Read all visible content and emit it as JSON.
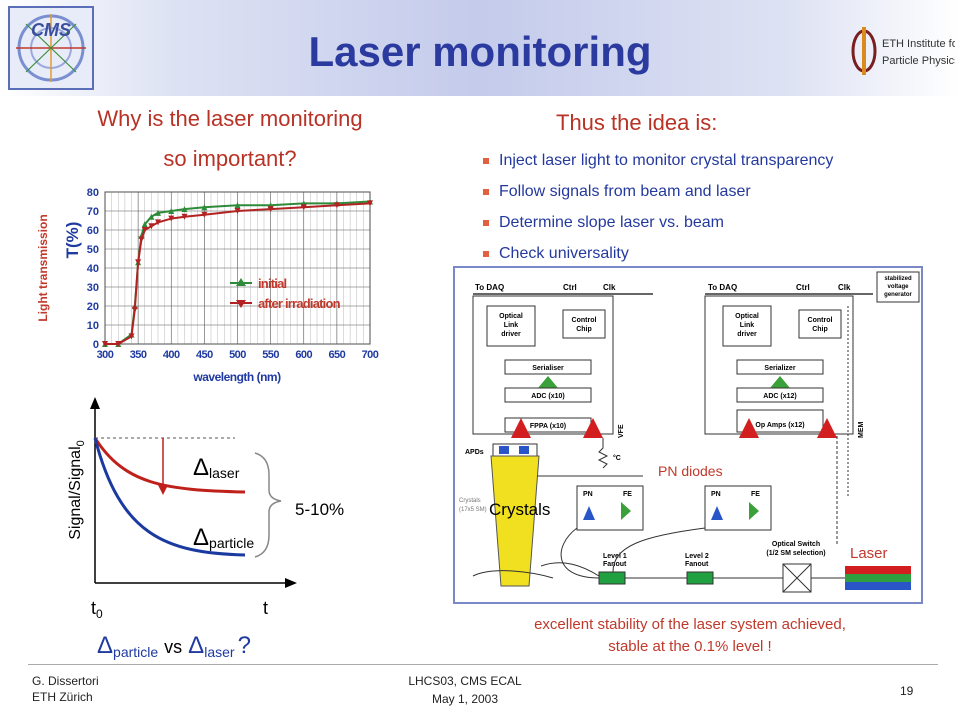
{
  "title": "Laser monitoring",
  "left_heading_line1": "Why is the laser monitoring",
  "left_heading_line2": "so important?",
  "right_heading": "Thus the idea is:",
  "bullets": [
    "Inject laser light to monitor crystal transparency",
    "Follow signals from beam and laser",
    "Determine slope  laser vs. beam",
    "Check universality"
  ],
  "transmission_plot": {
    "ylabel_outer": "Light transmission",
    "ylabel_inner": "T(%)",
    "xlabel": "wavelength (nm)",
    "legend_initial": "initial",
    "legend_after": "after irradiation"
  },
  "chart_data": {
    "type": "line",
    "xlabel": "wavelength (nm)",
    "ylabel": "T(%)",
    "xlim": [
      300,
      700
    ],
    "ylim": [
      0,
      80
    ],
    "x_ticks": [
      300,
      350,
      400,
      450,
      500,
      550,
      600,
      650,
      700
    ],
    "y_ticks": [
      0,
      10,
      20,
      30,
      40,
      50,
      60,
      70,
      80
    ],
    "grid": true,
    "legend_position": "center-right",
    "series": [
      {
        "name": "initial",
        "color": "#2e8b3a",
        "x": [
          300,
          320,
          340,
          345,
          350,
          355,
          360,
          370,
          380,
          400,
          420,
          450,
          500,
          550,
          600,
          650,
          700
        ],
        "y": [
          0,
          0,
          5,
          20,
          43,
          57,
          63,
          67,
          69,
          70,
          71,
          72,
          73,
          73,
          74,
          74,
          75
        ]
      },
      {
        "name": "after irradiation",
        "color": "#b22222",
        "x": [
          300,
          320,
          340,
          345,
          350,
          355,
          360,
          370,
          380,
          400,
          420,
          450,
          500,
          550,
          600,
          650,
          700
        ],
        "y": [
          0,
          0,
          4,
          18,
          43,
          55,
          60,
          62,
          64,
          66,
          67,
          68,
          70,
          71,
          72,
          73,
          74
        ]
      }
    ]
  },
  "signal_plot": {
    "ylabel": "Signal/Signal",
    "ylabel_sub": "0",
    "x_label_t0": "t",
    "x_label_t0_sub": "0",
    "x_label_t": "t",
    "delta": "Δ",
    "delta_laser_sub": "laser",
    "delta_particle_sub": "particle",
    "range_label": "5-10%",
    "question_vs": "vs",
    "question_mark": "?",
    "color_laser": "#c0201a",
    "color_particle": "#1a3aa0"
  },
  "diagram": {
    "to_daq_1": "To DAQ",
    "ctrl_1": "Ctrl",
    "clk_1": "Clk",
    "to_daq_2": "To DAQ",
    "ctrl_2": "Ctrl",
    "clk_2": "Clk",
    "stabilized": "stabilized voltage generator",
    "optical_link": "Optical Link driver",
    "control_chip": "Control Chip",
    "serialiser_1": "Serialiser",
    "serializer_2": "Serializer",
    "adc_1": "ADC (x10)",
    "adc_2": "ADC (x12)",
    "fppa": "FPPA (x10)",
    "op_amps": "Op Amps (x12)",
    "vfe": "VFE",
    "mem": "MEM",
    "apds": "APDs",
    "temp": "°C",
    "crystals_small": "Crystals (17x5 SM)",
    "pn": "PN",
    "fe": "FE",
    "level1": "Level 1 Fanout",
    "level2": "Level 2 Fanout",
    "optical_switch": "Optical Switch (1/2 SM selection)",
    "pn_diodes_label": "PN diodes",
    "crystals_label": "Crystals",
    "laser_label": "Laser"
  },
  "stability_line1": "excellent stability of the laser system achieved,",
  "stability_line2": "stable at the 0.1% level !",
  "footer": {
    "author": "G. Dissertori",
    "institution": "ETH Zürich",
    "conference": "LHCS03,  CMS ECAL",
    "date": "May 1, 2003",
    "page": "19"
  },
  "logo_cms": "CMS",
  "logo_eth_line1": "ETH Institute for",
  "logo_eth_line2": "Particle Physics"
}
